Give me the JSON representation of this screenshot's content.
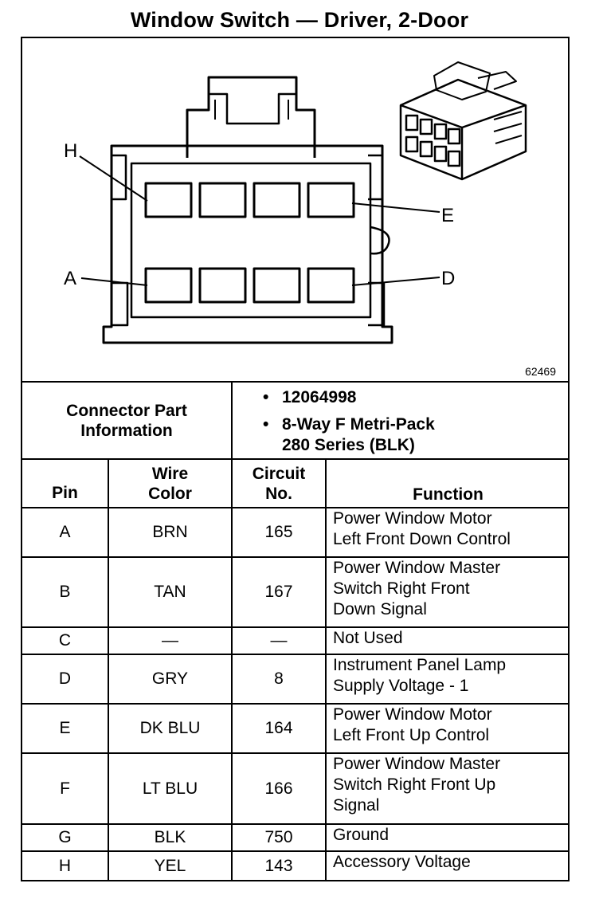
{
  "title": "Window Switch — Driver, 2-Door",
  "figure_number": "62469",
  "diagram": {
    "pin_labels": {
      "H": "H",
      "E": "E",
      "A": "A",
      "D": "D"
    }
  },
  "connector_info": {
    "label_line1": "Connector Part",
    "label_line2": "Information",
    "part_number": "12064998",
    "description_line1": "8-Way F Metri-Pack",
    "description_line2": "280 Series (BLK)"
  },
  "table": {
    "headers": {
      "pin": "Pin",
      "wire_color_line1": "Wire",
      "wire_color_line2": "Color",
      "circuit_line1": "Circuit",
      "circuit_line2": "No.",
      "function": "Function"
    },
    "rows": [
      {
        "pin": "A",
        "color": "BRN",
        "circuit": "165",
        "function": [
          "Power Window Motor",
          "Left Front Down Control"
        ]
      },
      {
        "pin": "B",
        "color": "TAN",
        "circuit": "167",
        "function": [
          "Power Window Master",
          "Switch Right Front",
          "Down Signal"
        ]
      },
      {
        "pin": "C",
        "color": "—",
        "circuit": "—",
        "function": [
          "Not Used"
        ]
      },
      {
        "pin": "D",
        "color": "GRY",
        "circuit": "8",
        "function": [
          "Instrument Panel Lamp",
          "Supply Voltage - 1"
        ]
      },
      {
        "pin": "E",
        "color": "DK BLU",
        "circuit": "164",
        "function": [
          "Power Window Motor",
          "Left Front Up Control"
        ]
      },
      {
        "pin": "F",
        "color": "LT BLU",
        "circuit": "166",
        "function": [
          "Power Window Master",
          "Switch Right Front Up",
          "Signal"
        ]
      },
      {
        "pin": "G",
        "color": "BLK",
        "circuit": "750",
        "function": [
          "Ground"
        ]
      },
      {
        "pin": "H",
        "color": "YEL",
        "circuit": "143",
        "function": [
          "Accessory Voltage"
        ]
      }
    ]
  }
}
